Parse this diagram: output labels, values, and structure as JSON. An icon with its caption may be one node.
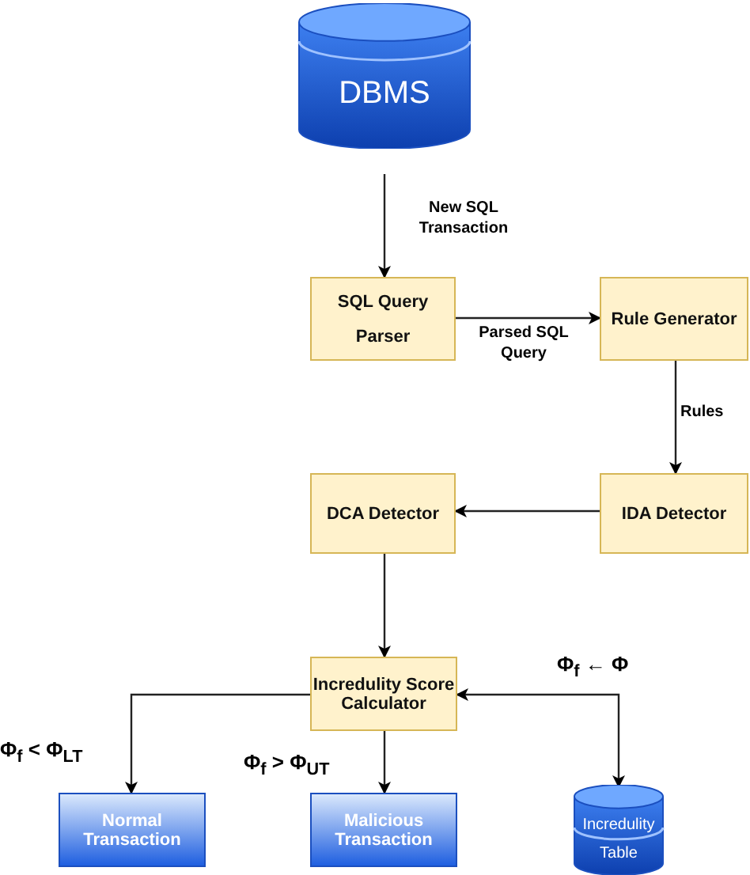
{
  "diagram": {
    "nodes": [
      {
        "text": [
          "DBMS"
        ]
      },
      {
        "text": [
          "SQL Query Parser"
        ]
      },
      {
        "text": [
          "Rule Generator"
        ]
      },
      {
        "text": [
          "IDA Detector"
        ]
      },
      {
        "text": [
          "DCA Detector"
        ]
      },
      {
        "text": [
          "Incredulity Score Calculator"
        ]
      },
      {
        "text": [
          "Normal Transaction"
        ]
      },
      {
        "text": [
          "Malicious Transaction"
        ]
      },
      {
        "text": [
          "Incredulity Table"
        ]
      }
    ],
    "edges": [
      {
        "from": 0,
        "to": 1,
        "arrow": "to",
        "label": "New SQL Transaction"
      },
      {
        "from": 1,
        "to": 2,
        "arrow": "to",
        "label": "Parsed SQL Query"
      },
      {
        "from": 2,
        "to": 3,
        "arrow": "to",
        "label": "Rules"
      },
      {
        "from": 3,
        "to": 4,
        "arrow": "to"
      },
      {
        "from": 4,
        "to": 5,
        "arrow": "to"
      },
      {
        "from": 5,
        "to": 6,
        "arrow": "to",
        "label": "Φ$_{f}$ < Φ$_{LT}$"
      },
      {
        "from": 5,
        "to": 7,
        "arrow": "to",
        "label": "Φ$_{f}$  > Φ$_{UT}$"
      },
      {
        "from": 8,
        "to": 5,
        "arrow": "both",
        "label": "Φ$_{f}$ ← Φ"
      }
    ]
  }
}
